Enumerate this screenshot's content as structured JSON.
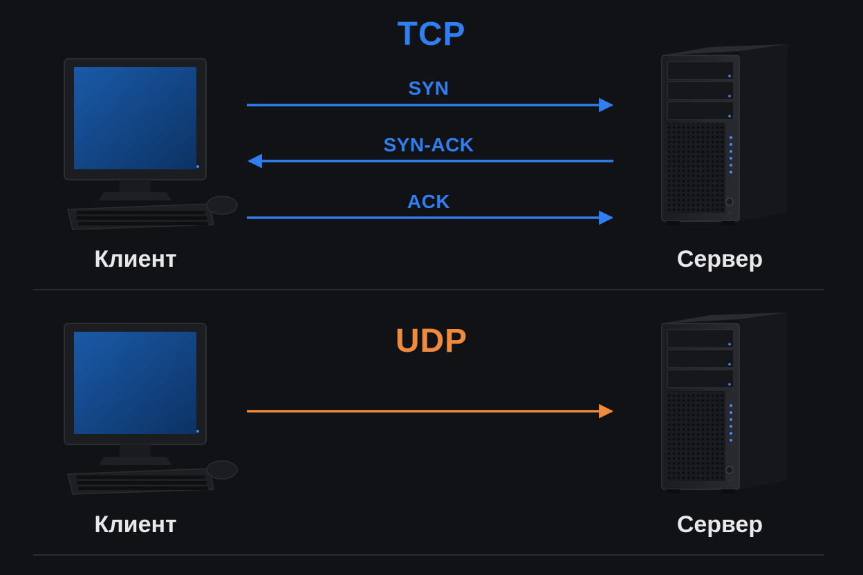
{
  "colors": {
    "background": "#111216",
    "tcp_accent": "#2f7ff0",
    "udp_accent": "#f08a3c",
    "label_text": "#e8e8ea",
    "divider": "#2a2c31"
  },
  "tcp": {
    "title": "TCP",
    "messages": [
      {
        "label": "SYN",
        "direction": "client-to-server"
      },
      {
        "label": "SYN-ACK",
        "direction": "server-to-client"
      },
      {
        "label": "ACK",
        "direction": "client-to-server"
      }
    ],
    "client_label": "Клиент",
    "server_label": "Сервер",
    "client_icon": "desktop-computer-icon",
    "server_icon": "tower-server-icon"
  },
  "udp": {
    "title": "UDP",
    "messages": [
      {
        "label": "",
        "direction": "client-to-server"
      }
    ],
    "client_label": "Клиент",
    "server_label": "Сервер",
    "client_icon": "desktop-computer-icon",
    "server_icon": "tower-server-icon"
  }
}
